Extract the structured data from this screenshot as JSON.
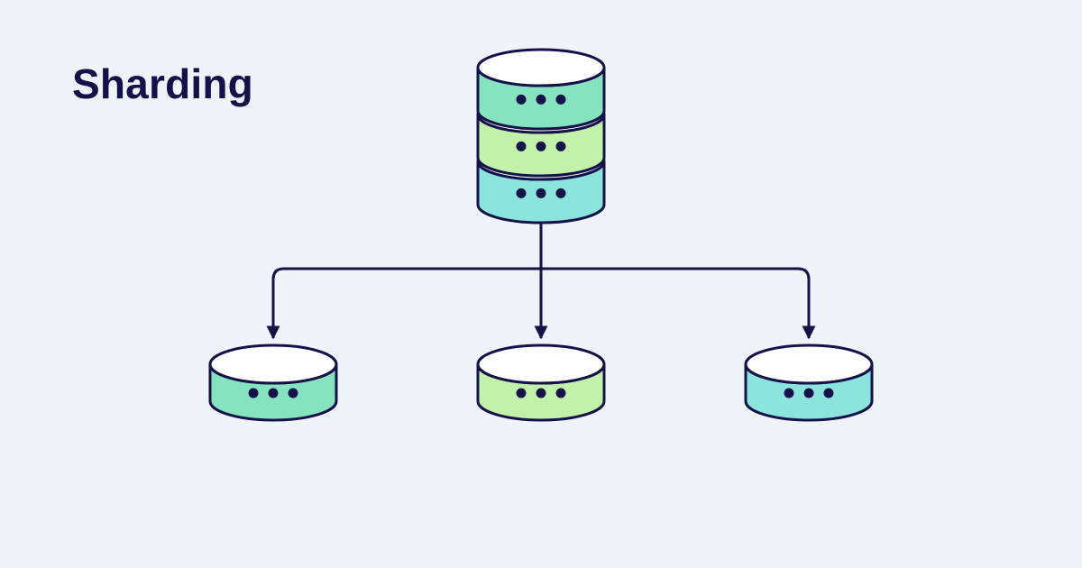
{
  "title": "Sharding",
  "colors": {
    "background": "#eef4f9",
    "stroke": "#15124a",
    "shard_green": "#86e3bf",
    "shard_lime": "#c2f2a9",
    "shard_cyan": "#8be5dc",
    "disk_top": "#ffffff"
  },
  "diagram": {
    "source_database": {
      "layers": [
        {
          "name": "layer-1",
          "color": "#86e3bf"
        },
        {
          "name": "layer-2",
          "color": "#c2f2a9"
        },
        {
          "name": "layer-3",
          "color": "#8be5dc"
        }
      ]
    },
    "shards": [
      {
        "name": "shard-1",
        "color": "#86e3bf"
      },
      {
        "name": "shard-2",
        "color": "#c2f2a9"
      },
      {
        "name": "shard-3",
        "color": "#8be5dc"
      }
    ],
    "edges": [
      {
        "from": "source",
        "to": "shard-1"
      },
      {
        "from": "source",
        "to": "shard-2"
      },
      {
        "from": "source",
        "to": "shard-3"
      }
    ]
  }
}
